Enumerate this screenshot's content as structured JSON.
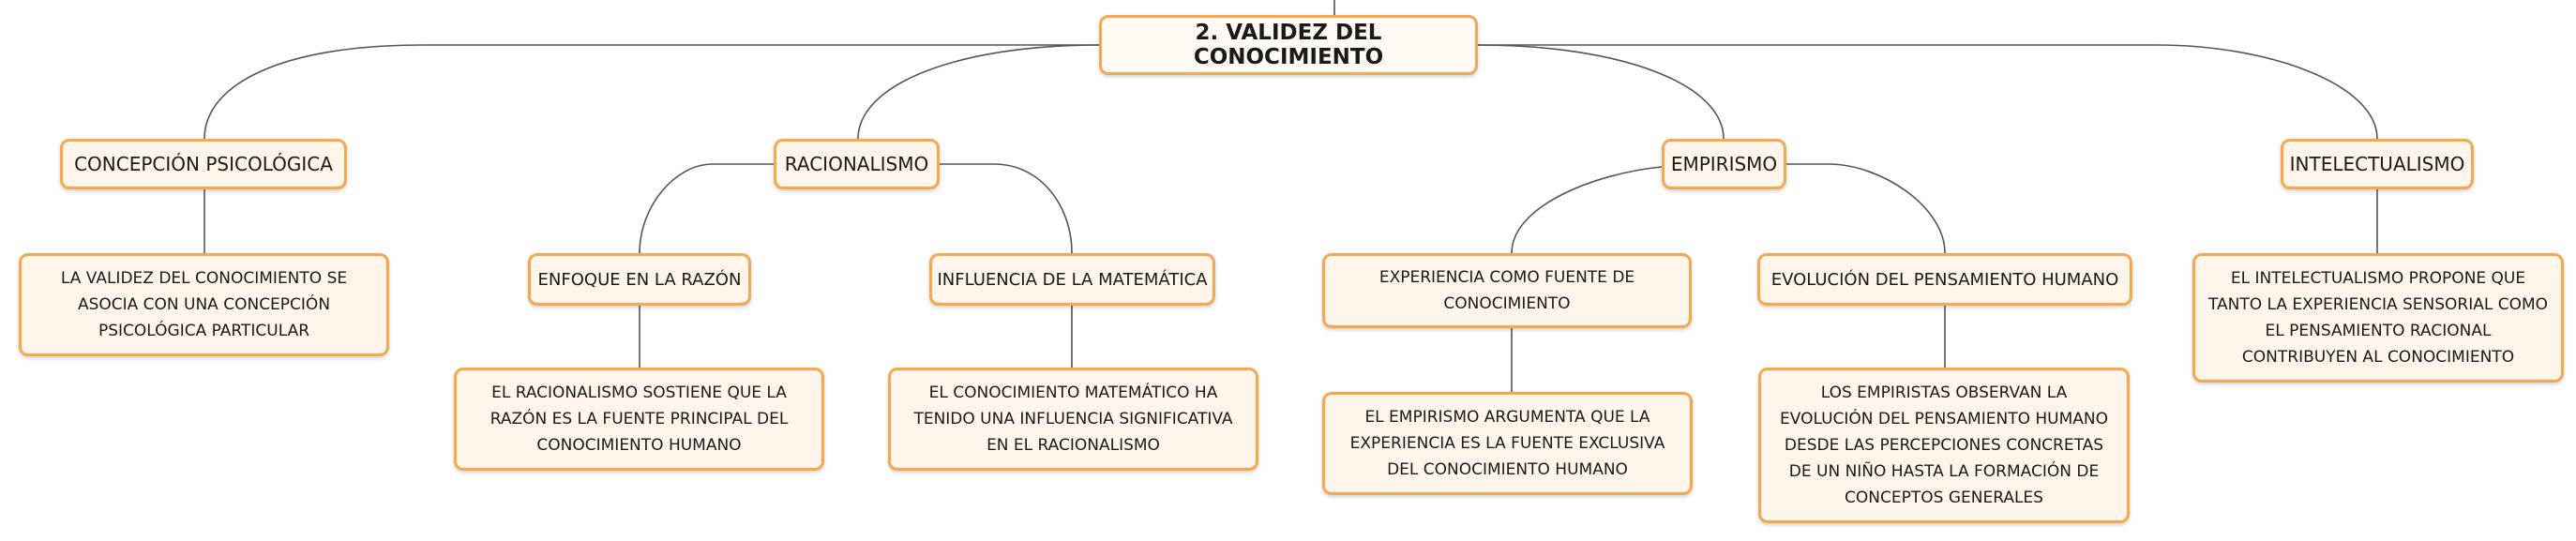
{
  "root": {
    "title": "2. VALIDEZ DEL CONOCIMIENTO"
  },
  "branches": {
    "psicologica": {
      "label": "CONCEPCIÓN PSICOLÓGICA",
      "detail": "LA VALIDEZ DEL CONOCIMIENTO SE ASOCIA CON UNA CONCEPCIÓN PSICOLÓGICA PARTICULAR"
    },
    "racionalismo": {
      "label": "RACIONALISMO",
      "razon": {
        "label": "ENFOQUE EN LA RAZÓN",
        "detail": "EL RACIONALISMO SOSTIENE QUE LA RAZÓN ES LA FUENTE PRINCIPAL DEL CONOCIMIENTO HUMANO"
      },
      "matematica": {
        "label": "INFLUENCIA DE LA MATEMÁTICA",
        "detail": "EL CONOCIMIENTO MATEMÁTICO HA TENIDO UNA INFLUENCIA SIGNIFICATIVA EN EL RACIONALISMO"
      }
    },
    "empirismo": {
      "label": "EMPIRISMO",
      "experiencia": {
        "label": "EXPERIENCIA COMO FUENTE DE CONOCIMIENTO",
        "detail": "EL EMPIRISMO ARGUMENTA QUE LA EXPERIENCIA ES LA FUENTE EXCLUSIVA DEL CONOCIMIENTO HUMANO"
      },
      "evolucion": {
        "label": "EVOLUCIÓN DEL PENSAMIENTO HUMANO",
        "detail": "LOS EMPIRISTAS OBSERVAN LA EVOLUCIÓN DEL PENSAMIENTO HUMANO DESDE LAS PERCEPCIONES CONCRETAS DE UN NIÑO HASTA LA FORMACIÓN DE CONCEPTOS GENERALES"
      }
    },
    "intelectualismo": {
      "label": "INTELECTUALISMO",
      "detail": "EL INTELECTUALISMO PROPONE QUE TANTO LA EXPERIENCIA SENSORIAL COMO EL PENSAMIENTO RACIONAL CONTRIBUYEN AL CONOCIMIENTO"
    }
  },
  "colors": {
    "border": "#f4a950",
    "fill": "#fff5ea",
    "line": "#555555"
  }
}
